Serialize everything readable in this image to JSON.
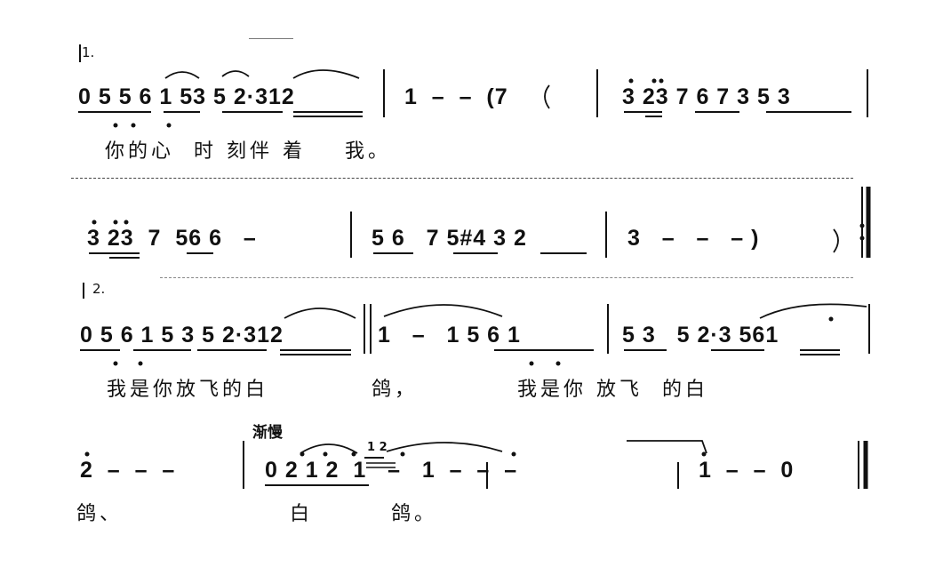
{
  "ending1": {
    "label": "1.",
    "line1_notes": [
      "0 5 5 6 1 53 5 2·312",
      "1  –  –  (7",
      "3 23 7 6 7 3 5 3"
    ],
    "line1_lyrics": "你的心  时 刻伴 着    我。",
    "line2_notes": [
      "3 23  7  56 6   –",
      "5 6   7 5#4 3 2",
      "3   –   –   – )"
    ]
  },
  "ending2": {
    "label": "2.",
    "line3_notes": [
      "0 5 6 1 5 3 5 2·312",
      "1   –   1 5 6 1",
      "5 3   5 2·3 561"
    ],
    "line3_lyrics": [
      "我是你放飞的白",
      "鸽，",
      "我是你 放飞  的白"
    ]
  },
  "coda": {
    "tempo_mark": "渐慢",
    "grace_notes": "1 2",
    "line4_notes": [
      "2  –  –  –",
      "0 2 1 2  1   –   1  –  –  –",
      "1  –  –  0"
    ],
    "line4_lyrics": [
      "鸽、",
      "白",
      "鸽。"
    ]
  }
}
